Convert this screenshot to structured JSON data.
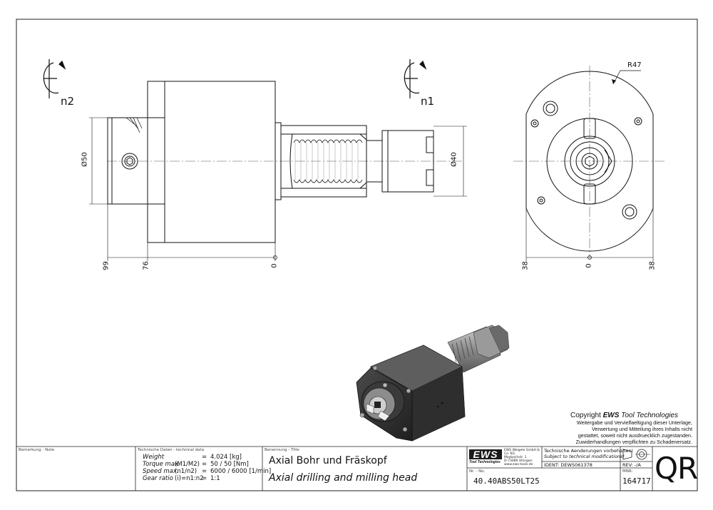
{
  "front_view": {
    "rotation_label_left": "n2",
    "rotation_label_right": "n1",
    "dia_left": "Ø50",
    "dia_right": "Ø40",
    "dims_bottom": [
      "99",
      "76",
      "0"
    ]
  },
  "side_view": {
    "radius_label": "R47",
    "dims_bottom": [
      "38",
      "0",
      "38"
    ]
  },
  "copyright": {
    "line1_prefix": "Copyright",
    "line1_brand": "EWS",
    "line1_suffix": "Tool Technologies",
    "notice": "Weitergabe und Vervielfaeltigung dieser Unterlage,\nVerwertung und Mitteilung ihres Inhalts nicht\ngestattet, soweit nicht ausdruecklich zugestanden.\nZuwiderhandlungen verpflichten zu Schadenersatz."
  },
  "title_block": {
    "remark_caption": "Bemerkung - Note",
    "techdata_caption": "Technische Daten - technical data",
    "techdata": [
      {
        "label": "Weight",
        "sub": "",
        "eq": "=",
        "value": "4.024 [kg]"
      },
      {
        "label": "Torque max.",
        "sub": "(M1/M2)",
        "eq": "=",
        "value": "50 / 50 [Nm]"
      },
      {
        "label": "Speed max.",
        "sub": "(n1/n2)",
        "eq": "=",
        "value": "6000 / 6000 [1/min]"
      },
      {
        "label": "Gear ratio",
        "sub": "(i)=n1:n2",
        "eq": "=",
        "value": "1:1"
      }
    ],
    "title_caption": "Benennung - Title",
    "title_de": "Axial Bohr und Fräskopf",
    "title_en": "Axial drilling and milling head",
    "logo_text": "EWS",
    "logo_sub": "Tool Technologies",
    "company_lines": "EWS Weigele GmbH & Co. KG\nMaybachstr. 1\nD-73066 Uhingen\nwww.ews-tools.de",
    "number_caption": "Nr. - No.",
    "number": "40.40ABS50LT25",
    "changes_de": "Technische Aenderungen vorbehalten!",
    "changes_en": "Subject to technical modifications!",
    "ident_label": "IDENT:",
    "ident_value": "DEWS061378",
    "rev_label": "REV:",
    "rev_value": "-/A",
    "mnr_label": "MNR:",
    "mnr_value": "164717",
    "qr": "QR"
  }
}
